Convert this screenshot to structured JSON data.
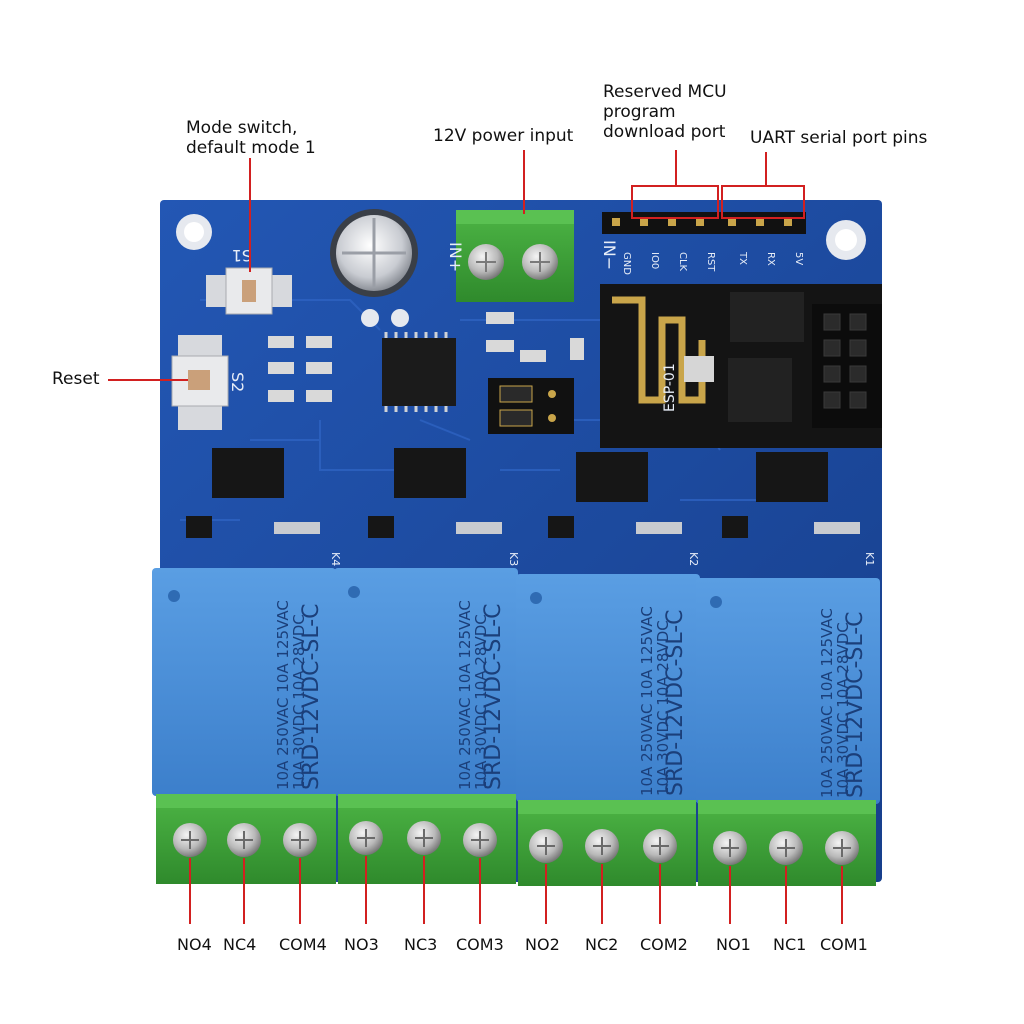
{
  "callouts": {
    "mode_switch": "Mode switch,\ndefault mode 1",
    "power_input": "12V power input",
    "mcu_port": "Reserved MCU\nprogram\ndownload port",
    "uart": "UART serial port pins",
    "reset": "Reset"
  },
  "terminals": [
    "NO4",
    "NC4",
    "COM4",
    "NO3",
    "NC3",
    "COM3",
    "NO2",
    "NC2",
    "COM2",
    "NO1",
    "NC1",
    "COM1"
  ],
  "relay": {
    "model": "SRD-12VDC-SL-C",
    "line1": "10A 250VAC  10A 125VAC",
    "line2": "10A 30VDC  10A 28VDC"
  },
  "silkscreen": {
    "s1": "S1",
    "s2": "S2",
    "in_plus": "IN+",
    "in_minus": "IN−",
    "module": "ESP-01",
    "pins": [
      "GND",
      "IO0",
      "CLK",
      "RST",
      "TX",
      "RX",
      "5V"
    ],
    "relays": [
      "K4",
      "K3",
      "K2",
      "K1"
    ]
  },
  "colors": {
    "pcb": "#1f4fa6",
    "relay": "#4a8fd8",
    "terminal": "#3fa83a",
    "callout_line": "#d22020",
    "module": "#1a1a1a"
  }
}
